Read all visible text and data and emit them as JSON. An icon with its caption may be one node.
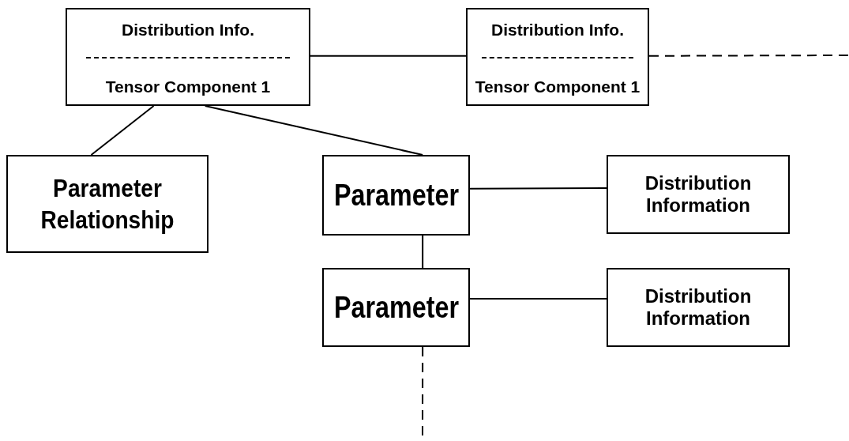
{
  "diagram": {
    "nodes": [
      {
        "text": [
          "Distribution Info.",
          "Tensor Component 1"
        ]
      },
      {
        "text": [
          "Distribution Info.",
          "Tensor Component 1"
        ]
      },
      {
        "text": [
          "Parameter Relationship"
        ]
      },
      {
        "text": [
          "Parameter"
        ]
      },
      {
        "text": [
          "Distribution Information"
        ]
      },
      {
        "text": [
          "Parameter"
        ]
      },
      {
        "text": [
          "Distribution Information"
        ]
      }
    ],
    "edges": [
      {
        "from": 0,
        "to": 1,
        "arrow": "none"
      },
      {
        "from": 1,
        "to": null,
        "arrow": "none",
        "style": "dashed"
      },
      {
        "from": 0,
        "to": 2,
        "arrow": "none"
      },
      {
        "from": 0,
        "to": 3,
        "arrow": "none"
      },
      {
        "from": 3,
        "to": 4,
        "arrow": "none"
      },
      {
        "from": 3,
        "to": 5,
        "arrow": "none"
      },
      {
        "from": 5,
        "to": 6,
        "arrow": "none"
      },
      {
        "from": 5,
        "to": null,
        "arrow": "none",
        "style": "dashed"
      }
    ]
  }
}
